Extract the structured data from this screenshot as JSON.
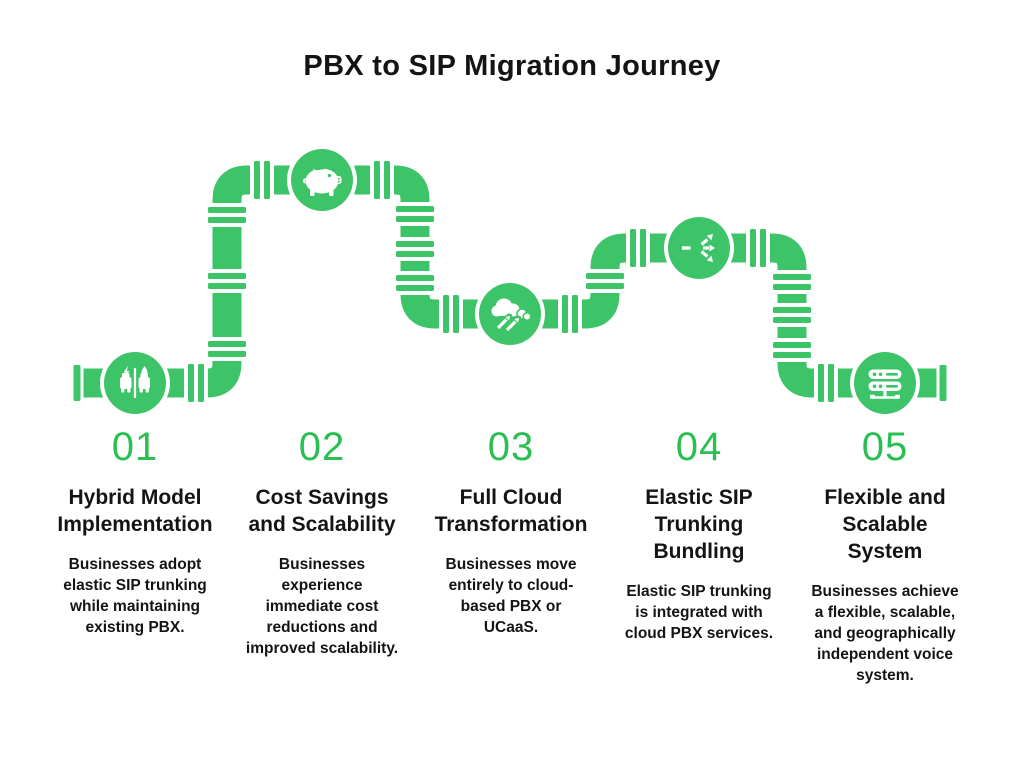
{
  "title": "PBX to SIP Migration Journey",
  "colors": {
    "pipe_green": "#3EC468",
    "accent_green": "#2BBE52",
    "text_dark": "#131416",
    "bg": "#FFFFFF"
  },
  "stages": [
    {
      "number": "01",
      "icon": "hybrid-cars-icon",
      "title": "Hybrid Model\nImplementation",
      "description": "Businesses adopt\nelastic SIP trunking\nwhile maintaining\nexisting PBX."
    },
    {
      "number": "02",
      "icon": "piggy-bank-icon",
      "title": "Cost Savings\nand Scalability",
      "description": "Businesses\nexperience\nimmediate cost\nreductions and\nimproved scalability."
    },
    {
      "number": "03",
      "icon": "cloud-migration-icon",
      "title": "Full Cloud\nTransformation",
      "description": "Businesses move\nentirely to cloud-\nbased PBX or\nUCaaS."
    },
    {
      "number": "04",
      "icon": "share-nodes-icon",
      "title": "Elastic SIP\nTrunking\nBundling",
      "description": "Elastic SIP trunking\nis integrated with\ncloud PBX services."
    },
    {
      "number": "05",
      "icon": "server-stack-icon",
      "title": "Flexible and\nScalable\nSystem",
      "description": "Businesses achieve\na flexible, scalable,\nand geographically\nindependent voice\nsystem."
    }
  ]
}
